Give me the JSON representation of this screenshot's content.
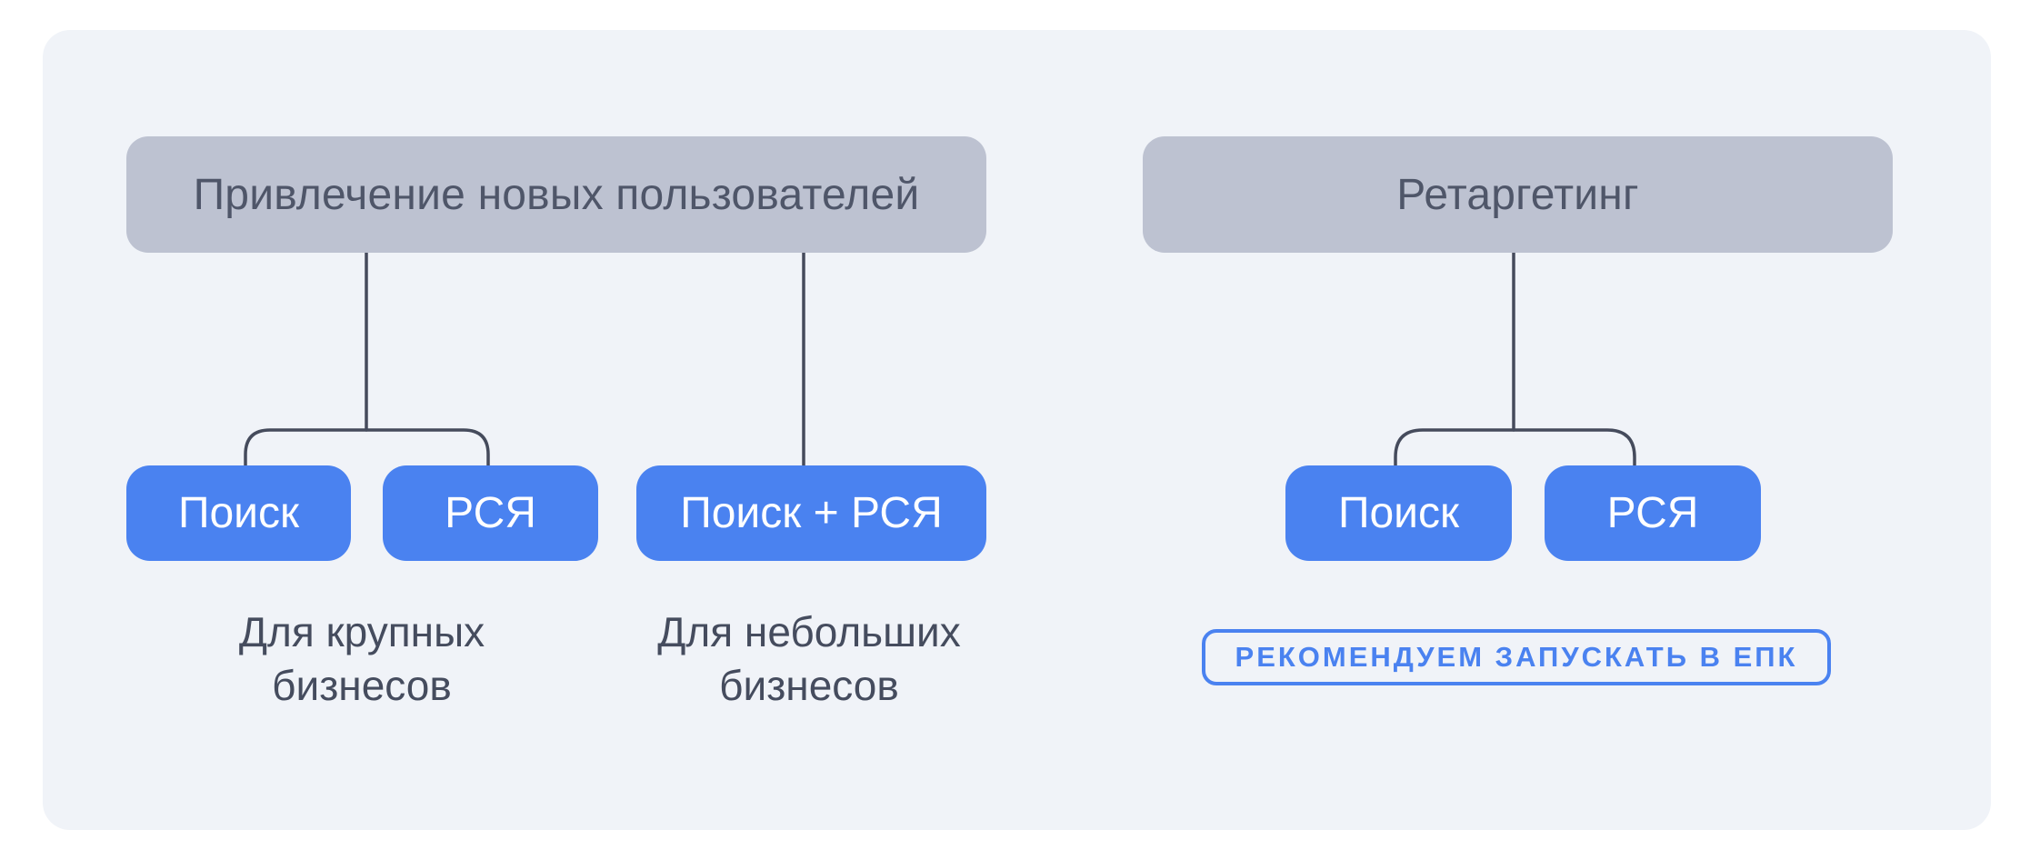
{
  "diagram": {
    "tree_left": {
      "title": "Привлечение новых пользователей",
      "nodes": [
        {
          "label": "Поиск"
        },
        {
          "label": "РСЯ"
        },
        {
          "label": "Поиск + РСЯ"
        }
      ],
      "captions": [
        {
          "text": "Для крупных\nбизнесов"
        },
        {
          "text": "Для небольших\nбизнесов"
        }
      ]
    },
    "tree_right": {
      "title": "Ретаргетинг",
      "nodes": [
        {
          "label": "Поиск"
        },
        {
          "label": "РСЯ"
        }
      ],
      "badge": "РЕКОМЕНДУЕМ ЗАПУСКАТЬ В ЕПК"
    },
    "colors": {
      "panel_bg": "#f0f3f8",
      "group_box_bg": "#bdc2d1",
      "group_box_text": "#4f5669",
      "node_bg": "#4a82f0",
      "node_text": "#ffffff",
      "caption_text": "#454c5e",
      "connector": "#454b5c",
      "badge_accent": "#4a82f0"
    }
  }
}
